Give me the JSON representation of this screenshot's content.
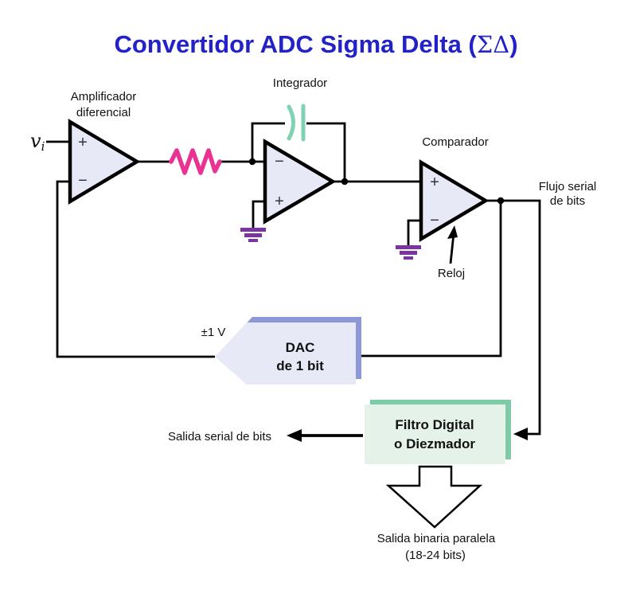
{
  "title": {
    "prefix": "Convertidor ADC Sigma Delta (",
    "sigma_delta": "ΣΔ",
    "suffix": ")"
  },
  "signs": {
    "plus": "+",
    "minus": "−"
  },
  "labels": {
    "input_v": "v",
    "input_sub": "i",
    "amplifier_line1": "Amplificador",
    "amplifier_line2": "diferencial",
    "integrator": "Integrador",
    "comparator": "Comparador",
    "clock": "Reloj",
    "serial_flow_line1": "Flujo serial",
    "serial_flow_line2": "de bits",
    "dac_voltage": "±1 V",
    "dac_line1": "DAC",
    "dac_line2": "de 1 bit",
    "serial_output": "Salida serial de bits",
    "filter_line1": "Filtro Digital",
    "filter_line2": "o Diezmador",
    "parallel_output_line1": "Salida binaria paralela",
    "parallel_output_line2": "(18-24 bits)"
  },
  "colors": {
    "title_blue": "#2222C8",
    "opamp_fill": "#E7E9F6",
    "resistor_pink": "#E93292",
    "capacitor_teal": "#80D2B2",
    "ground_purple": "#7B35A0",
    "dac_shadow": "#8D99D6",
    "dac_fill": "#E7E9F6",
    "filter_shadow": "#7FCBA8",
    "filter_fill": "#E4F2EA",
    "wire": "#000000"
  }
}
